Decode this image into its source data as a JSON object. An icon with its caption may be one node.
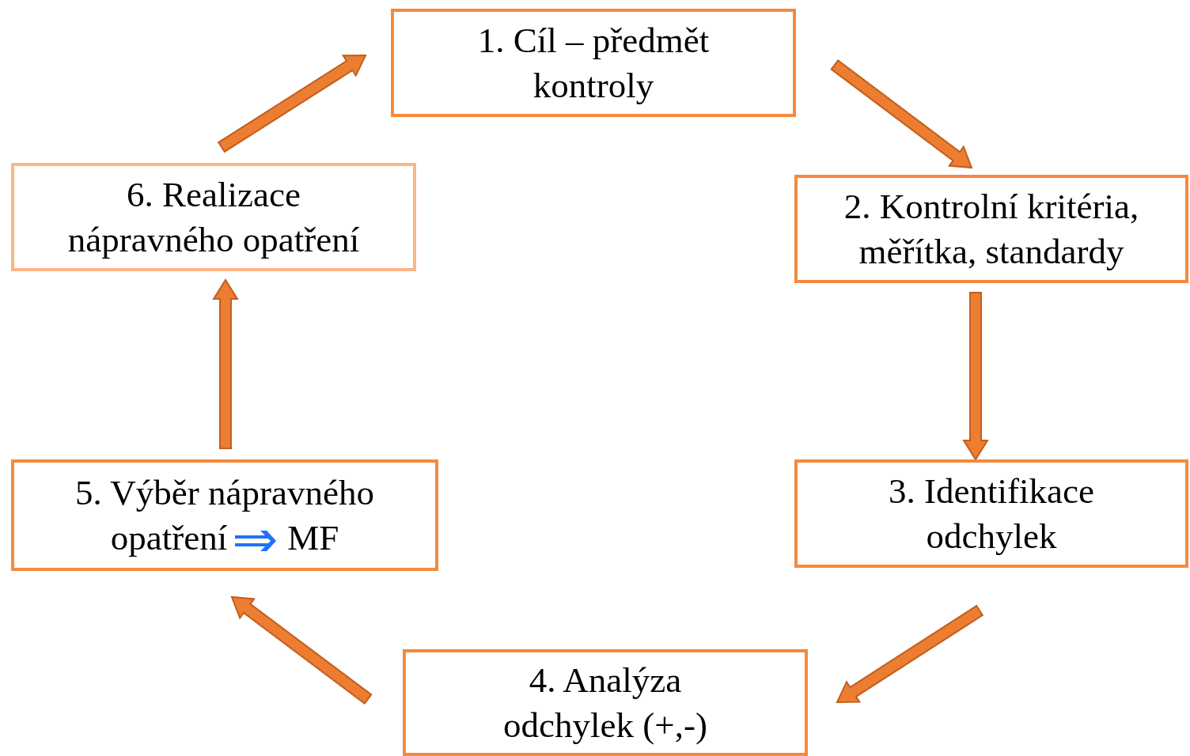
{
  "diagram": {
    "nodes": [
      {
        "text": [
          "1. Cíl – předmět kontroly"
        ]
      },
      {
        "text": [
          "2. Kontrolní kritéria, měřítka, standardy"
        ]
      },
      {
        "text": [
          "3. Identifikace odchylek"
        ]
      },
      {
        "text": [
          "4. Analýza odchylek (+,-)"
        ]
      },
      {
        "text": [
          "5. Výběr nápravného opatření",
          "MF"
        ]
      },
      {
        "text": [
          "6. Realizace nápravného opatření"
        ]
      }
    ],
    "edges": [
      {
        "from": 0,
        "to": 1,
        "arrow": "to",
        "style": "thick"
      },
      {
        "from": 1,
        "to": 2,
        "arrow": "to",
        "style": "thick"
      },
      {
        "from": 2,
        "to": 3,
        "arrow": "to",
        "style": "thick"
      },
      {
        "from": 3,
        "to": 4,
        "arrow": "to",
        "style": "thick"
      },
      {
        "from": 4,
        "to": 5,
        "arrow": "to",
        "style": "thick"
      },
      {
        "from": 5,
        "to": 0,
        "arrow": "to",
        "style": "thick"
      }
    ]
  }
}
